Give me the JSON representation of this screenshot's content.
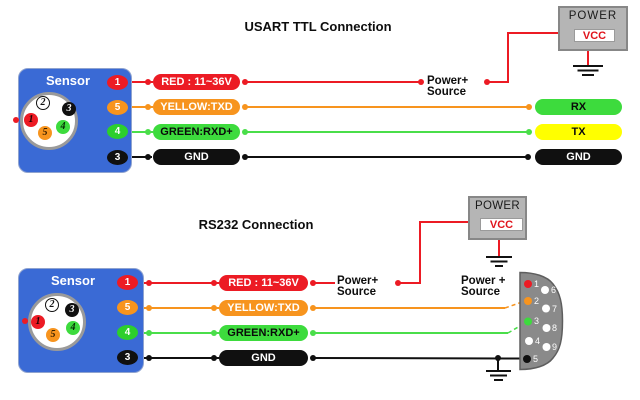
{
  "colors": {
    "red": "#ec1b24",
    "orange": "#f7941e",
    "green": "#3ddb3d",
    "yellow": "#ffff00",
    "black": "#101010",
    "sensor_blue": "#3a6ad5",
    "power_gray": "#b5b5b5",
    "db9_gray": "#8a8a8a"
  },
  "usart": {
    "title": "USART TTL Connection",
    "sensor": {
      "label": "Sensor",
      "pins": [
        "2",
        "3",
        "1",
        "4",
        "5"
      ],
      "badges": [
        "1",
        "5",
        "4",
        "3"
      ]
    },
    "wires": [
      "RED : 11~36V",
      "YELLOW:TXD",
      "GREEN:RXD+",
      "GND"
    ],
    "power_source": {
      "line1": "Power+",
      "line2": "Source"
    },
    "power": {
      "title": "POWER",
      "pin": "VCC"
    },
    "ttl_pins": [
      "RX",
      "TX",
      "GND"
    ]
  },
  "rs232": {
    "title": "RS232 Connection",
    "sensor": {
      "label": "Sensor",
      "pins": [
        "2",
        "3",
        "1",
        "4",
        "5"
      ],
      "badges": [
        "1",
        "5",
        "4",
        "3"
      ]
    },
    "wires": [
      "RED : 11~36V",
      "YELLOW:TXD",
      "GREEN:RXD+",
      "GND"
    ],
    "power_source": {
      "line1": "Power+",
      "line2": "Source"
    },
    "power": {
      "title": "POWER",
      "pin": "VCC"
    },
    "db9_source": {
      "line1": "Power +",
      "line2": "Source"
    },
    "db9": {
      "left_pins": [
        "1",
        "2",
        "3",
        "4",
        "5"
      ],
      "right_pins": [
        "6",
        "7",
        "8",
        "9"
      ]
    }
  }
}
